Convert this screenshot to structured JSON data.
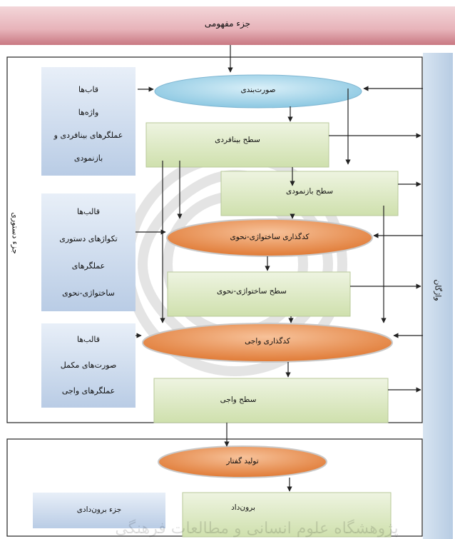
{
  "top": {
    "label": "جزء مفهومی"
  },
  "sections": {
    "grammar": "جزء دستوری",
    "lexicon": "واژگان",
    "output_part": "جزء برون‌دادی"
  },
  "nodes": {
    "formulation": "صورت‌بندی",
    "interpersonal": "سطح بینافردی",
    "representational": "سطح بازنمودی",
    "morphosyntactic_encoding": "کدگذاری ساختواژی-نحوی",
    "morphosyntactic_level": "سطح ساختواژی-نحوی",
    "phonological_encoding": "کدگذاری واجی",
    "phonological_level": "سطح واجی",
    "articulation": "تولید گفتار",
    "output": "برون‌داد"
  },
  "left_boxes": [
    {
      "lines": [
        "قاب‌ها",
        "واژه‌ها",
        "عملگرهای بینافردی و",
        "بازنمودی"
      ]
    },
    {
      "lines": [
        "قالب‌ها",
        "تکواژهای دستوری",
        "عملگرهای",
        "ساختواژی-نحوی"
      ]
    },
    {
      "lines": [
        "قالب‌ها",
        "صورت‌های مکمل",
        "عملگرهای واجی"
      ]
    }
  ],
  "watermark": "پژوهشگاه علوم انسانی و مطالعات فرهنگی",
  "colors": {
    "top_band": "#e9b7bd",
    "ellipse_blue": "#a9d6ea",
    "ellipse_orange": "#e8955a",
    "green_box": "#dbe8c2",
    "left_box": "#c6d5ea",
    "right_bar": "#c5d7ea"
  }
}
